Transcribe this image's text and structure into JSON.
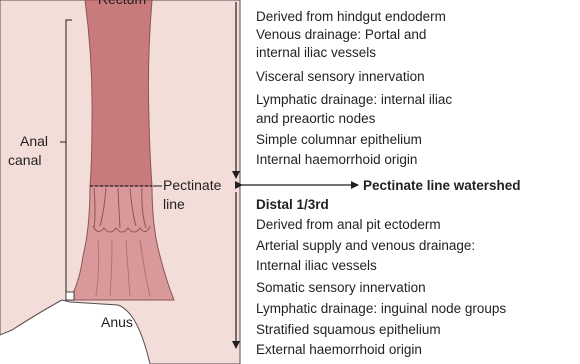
{
  "labels": {
    "rectum": "Rectum",
    "anal": "Anal",
    "canal": "canal",
    "pectinate": "Pectinate",
    "line": "line",
    "anus": "Anus"
  },
  "proximal": {
    "items": [
      "Derived from hindgut endoderm",
      "Venous drainage: Portal and",
      "internal iliac vessels",
      "Visceral sensory innervation",
      "Lymphatic drainage:  internal iliac",
      "and preaortic nodes",
      "Simple columnar epithelium",
      "Internal haemorrhoid origin"
    ]
  },
  "watershed": "Pectinate line watershed",
  "distal": {
    "title": "Distal 1/3rd",
    "items": [
      "Derived from anal pit ectoderm",
      "Arterial supply and venous drainage:",
      "Internal iliac vessels",
      "Somatic sensory innervation",
      "Lymphatic drainage: inguinal node groups",
      "Stratified squamous epithelium",
      "External haemorrhoid origin"
    ]
  },
  "colors": {
    "tissue": "#f2ddd9",
    "rectum": "#c97a7c",
    "anal_canal": "#d9999b",
    "outline": "#5a4a4c",
    "line": "#231f20"
  }
}
